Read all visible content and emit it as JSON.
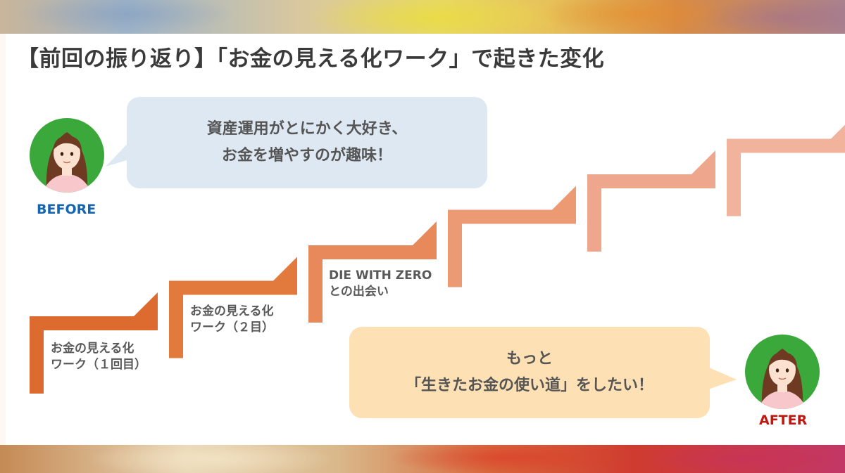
{
  "title": "【前回の振り返り】「お金の見える化ワーク」で起きた変化",
  "before": {
    "label": "BEFORE",
    "label_color": "#1565b0",
    "bubble_lines": [
      "資産運用がとにかく大好き、",
      "お金を増やすのが趣味！"
    ],
    "bubble_color": "#dde8f3"
  },
  "after": {
    "label": "AFTER",
    "label_color": "#c0170f",
    "bubble_lines": [
      "もっと",
      "「生きたお金の使い道」をしたい！"
    ],
    "bubble_color": "#fde0b4"
  },
  "steps": [
    {
      "lines": [
        "お金の見える化",
        "ワーク（１回目）"
      ],
      "color": "#dd6a2e"
    },
    {
      "lines": [
        "お金の見える化",
        "ワーク（２目）"
      ],
      "color": "#e27a3e"
    },
    {
      "lines": [
        "DIE WITH ZERO",
        "との出会い"
      ],
      "color": "#e7895a"
    },
    {
      "lines": [],
      "color": "#eb9a74"
    },
    {
      "lines": [],
      "color": "#eea78c"
    },
    {
      "lines": [],
      "color": "#f1b39c"
    }
  ],
  "avatar_colors": {
    "circle": "#3aa83a",
    "hair": "#6e3a22",
    "skin": "#fbe1cf",
    "shirt": "#f7c7cc"
  }
}
